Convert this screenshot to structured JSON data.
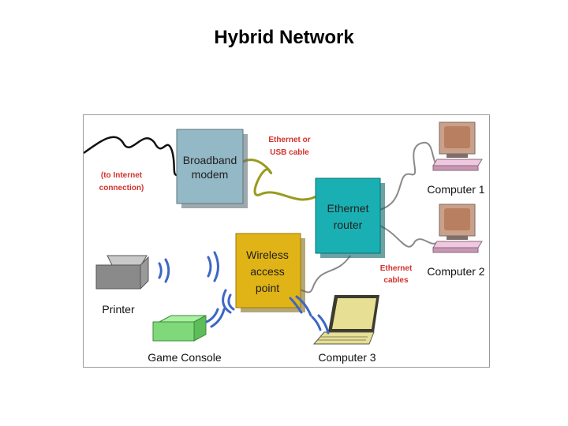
{
  "title": "Hybrid Network",
  "diagram": {
    "internet_note": [
      "(to Internet",
      "connection)"
    ],
    "ethernet_usb_note": [
      "Ethernet or",
      "USB cable"
    ],
    "ethernet_cables_note": [
      "Ethernet",
      "cables"
    ],
    "modem_label": [
      "Broadband",
      "modem"
    ],
    "router_label": [
      "Ethernet",
      "router"
    ],
    "access_point_label": [
      "Wireless",
      "access",
      "point"
    ],
    "computer1_label": "Computer 1",
    "computer2_label": "Computer 2",
    "computer3_label": "Computer 3",
    "printer_label": "Printer",
    "game_console_label": "Game Console"
  },
  "colors": {
    "modem": "#93b8c6",
    "router": "#1ab0b3",
    "access_point": "#e0b316",
    "note_text": "#d2322d",
    "wireless_waves": "#3d67c4",
    "game_console": "#7fd97a",
    "laptop": "#e6df94"
  }
}
